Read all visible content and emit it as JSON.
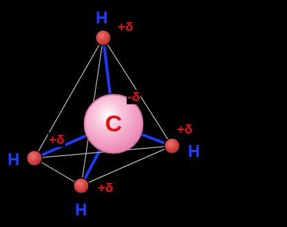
{
  "diagram": {
    "nodes": [
      {
        "text": [
          "H",
          "+δ"
        ]
      },
      {
        "text": [
          "C",
          "-δ"
        ]
      },
      {
        "text": [
          "+δ",
          "H"
        ]
      },
      {
        "text": [
          "+δ",
          "H"
        ]
      },
      {
        "text": [
          "H",
          "+δ"
        ]
      }
    ],
    "edges": [
      {
        "from": 1,
        "to": 0,
        "arrow": "none"
      },
      {
        "from": 1,
        "to": 2,
        "arrow": "none"
      },
      {
        "from": 1,
        "to": 3,
        "arrow": "none"
      },
      {
        "from": 1,
        "to": 4,
        "arrow": "none"
      },
      {
        "from": 0,
        "to": 2,
        "arrow": "none"
      },
      {
        "from": 0,
        "to": 3,
        "arrow": "none"
      },
      {
        "from": 0,
        "to": 4,
        "arrow": "none"
      },
      {
        "from": 2,
        "to": 3,
        "arrow": "none"
      },
      {
        "from": 2,
        "to": 4,
        "arrow": "none"
      },
      {
        "from": 4,
        "to": 3,
        "arrow": "none"
      }
    ]
  }
}
